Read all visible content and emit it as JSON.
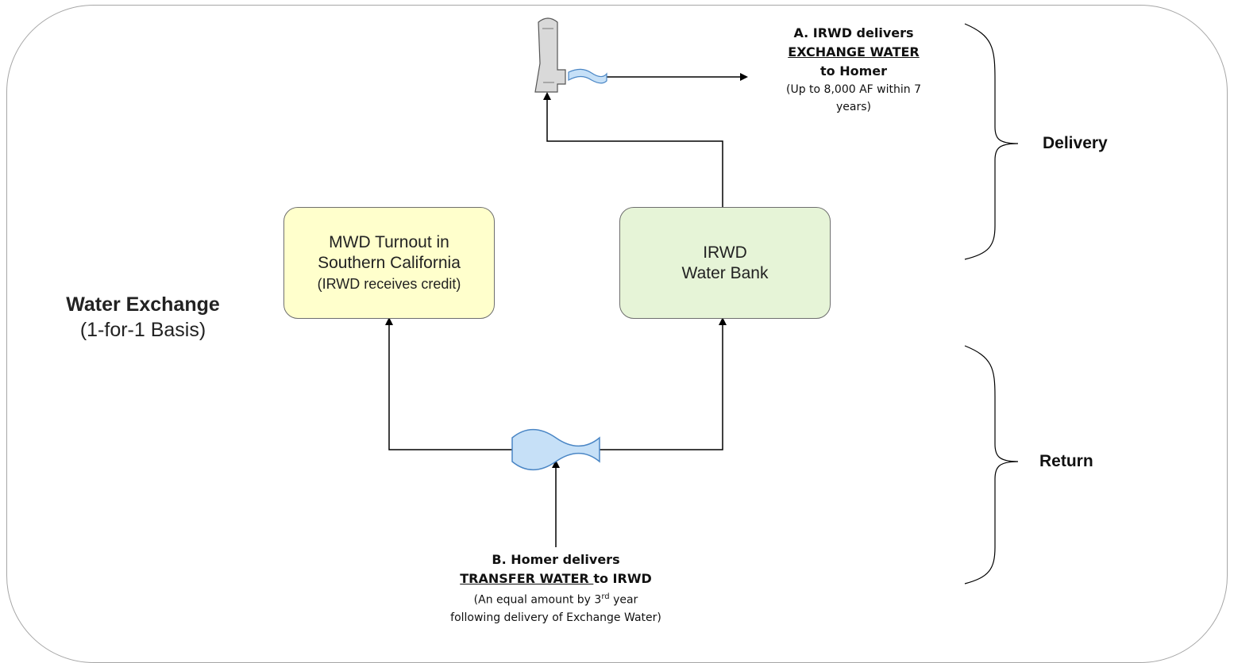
{
  "title": {
    "main": "Water Exchange",
    "sub": "(1-for-1 Basis)"
  },
  "boxes": {
    "mwd": {
      "line1": "MWD Turnout in",
      "line2": "Southern California",
      "line3": "(IRWD receives credit)"
    },
    "bank": {
      "line1": "IRWD",
      "line2": "Water Bank"
    }
  },
  "note_a": {
    "line1": "A. IRWD delivers",
    "line2": "EXCHANGE WATER",
    "line3": "to Homer",
    "line4": "(Up to 8,000 AF within 7",
    "line5": "years)"
  },
  "note_b": {
    "line1": "B. Homer delivers",
    "line2_underlined": "TRANSFER WATER ",
    "line2_rest": "to IRWD",
    "line3_pre": "(An equal amount by 3",
    "line3_sup": "rd",
    "line3_post": " year",
    "line4": "following delivery of Exchange Water)"
  },
  "braces": {
    "delivery": "Delivery",
    "return": "Return"
  },
  "colors": {
    "mwd_fill": "#ffffcc",
    "bank_fill": "#e6f4d7",
    "water_fill": "#c6e0f7",
    "water_stroke": "#4a86c5",
    "pump_fill": "#d9d9d9"
  }
}
